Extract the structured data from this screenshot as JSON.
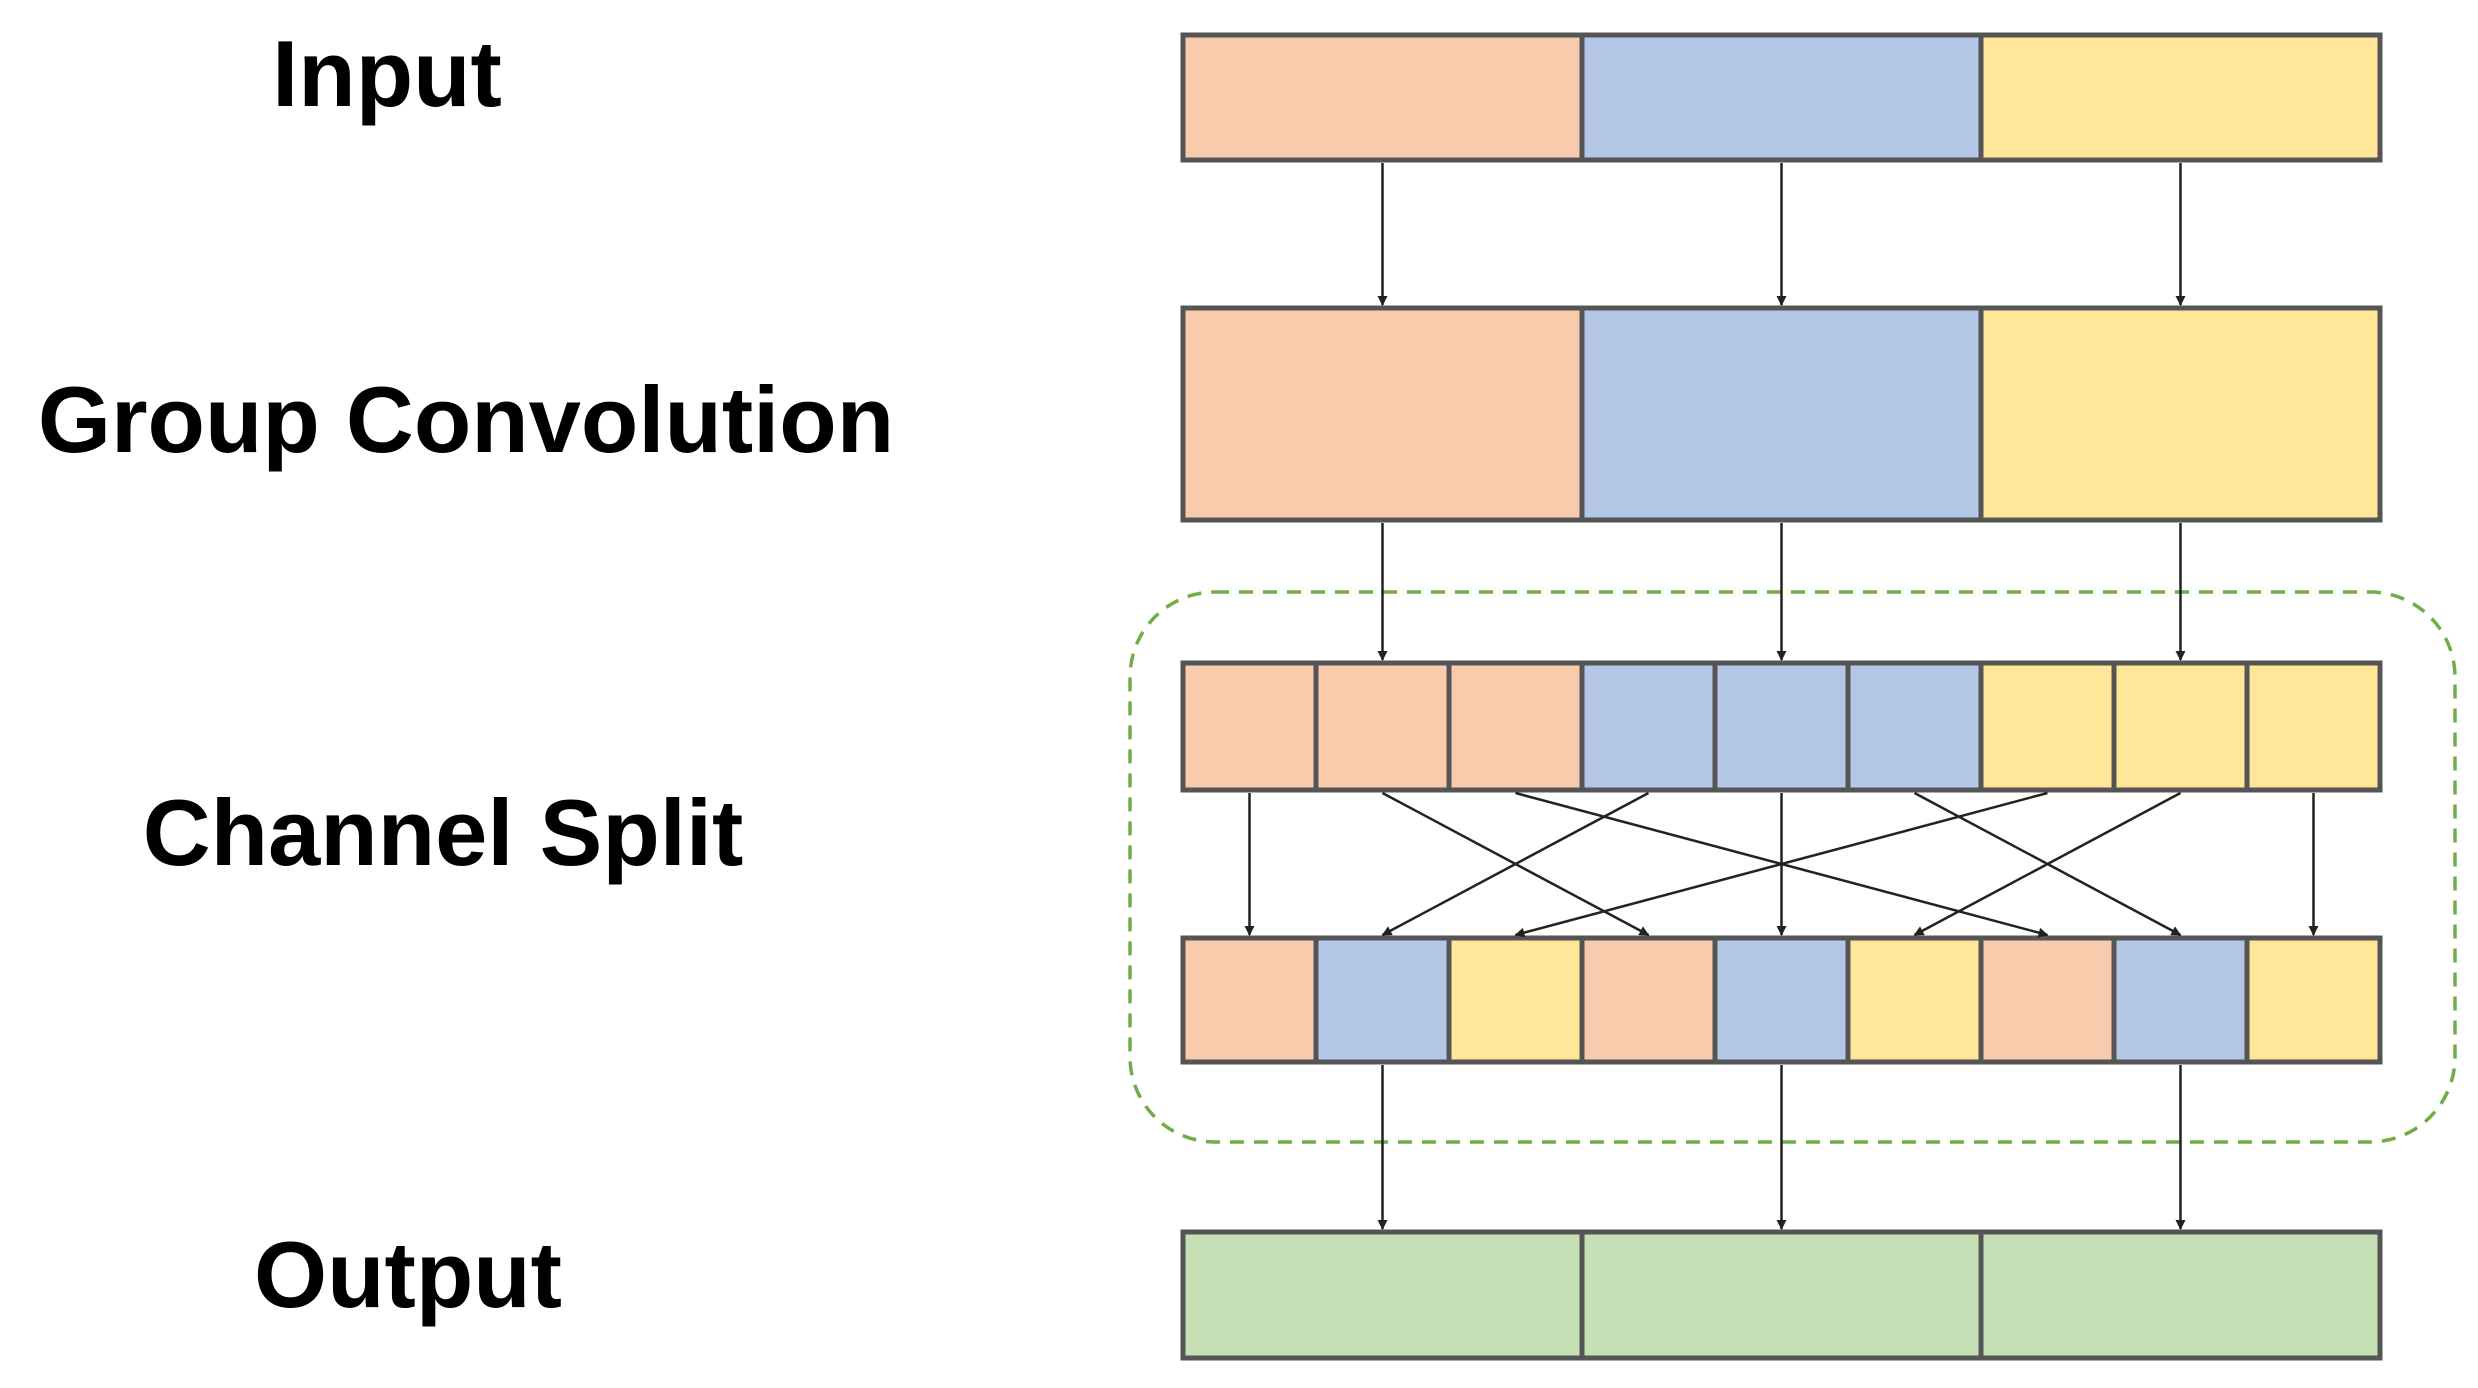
{
  "labels": {
    "input": "Input",
    "group_convolution": "Group Convolution",
    "channel_split": "Channel Split",
    "output": "Output"
  },
  "colors": {
    "group_a": "#f8cbad",
    "group_b": "#b4c7e7",
    "group_c": "#ffe699",
    "output": "#c5e0b4",
    "border": "#555555",
    "arrow": "#222222",
    "dashed_box": "#70ad47"
  },
  "structure": {
    "groups": [
      "group_a",
      "group_b",
      "group_c"
    ],
    "channels_per_group": 3,
    "split_row": [
      "group_a",
      "group_a",
      "group_a",
      "group_b",
      "group_b",
      "group_b",
      "group_c",
      "group_c",
      "group_c"
    ],
    "shuffled_row": [
      "group_a",
      "group_b",
      "group_c",
      "group_a",
      "group_b",
      "group_c",
      "group_a",
      "group_b",
      "group_c"
    ],
    "shuffle_mapping": [
      0,
      3,
      6,
      1,
      4,
      7,
      2,
      5,
      8
    ]
  }
}
